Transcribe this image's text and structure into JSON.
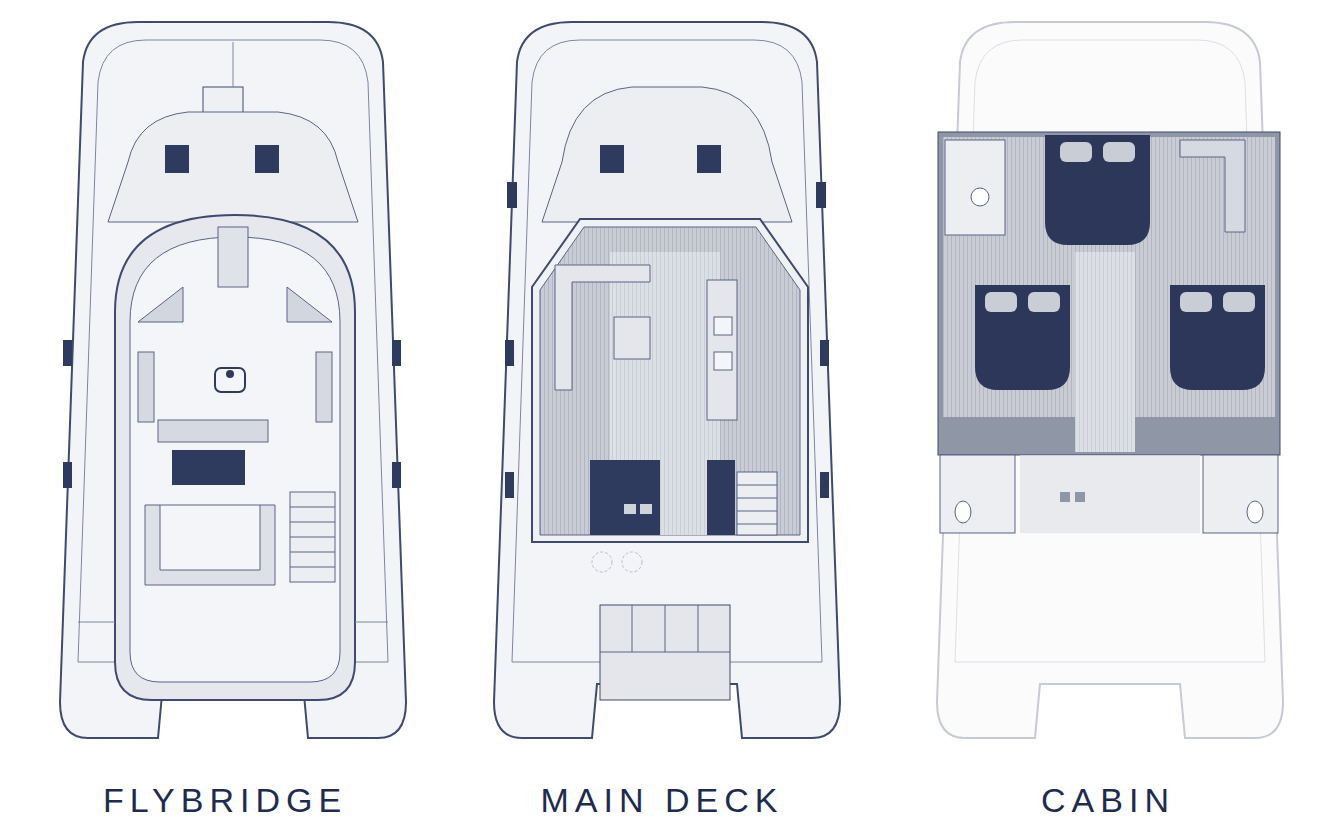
{
  "diagram": {
    "labels": [
      "FLYBRIDGE",
      "MAIN DECK",
      "CABIN"
    ]
  }
}
